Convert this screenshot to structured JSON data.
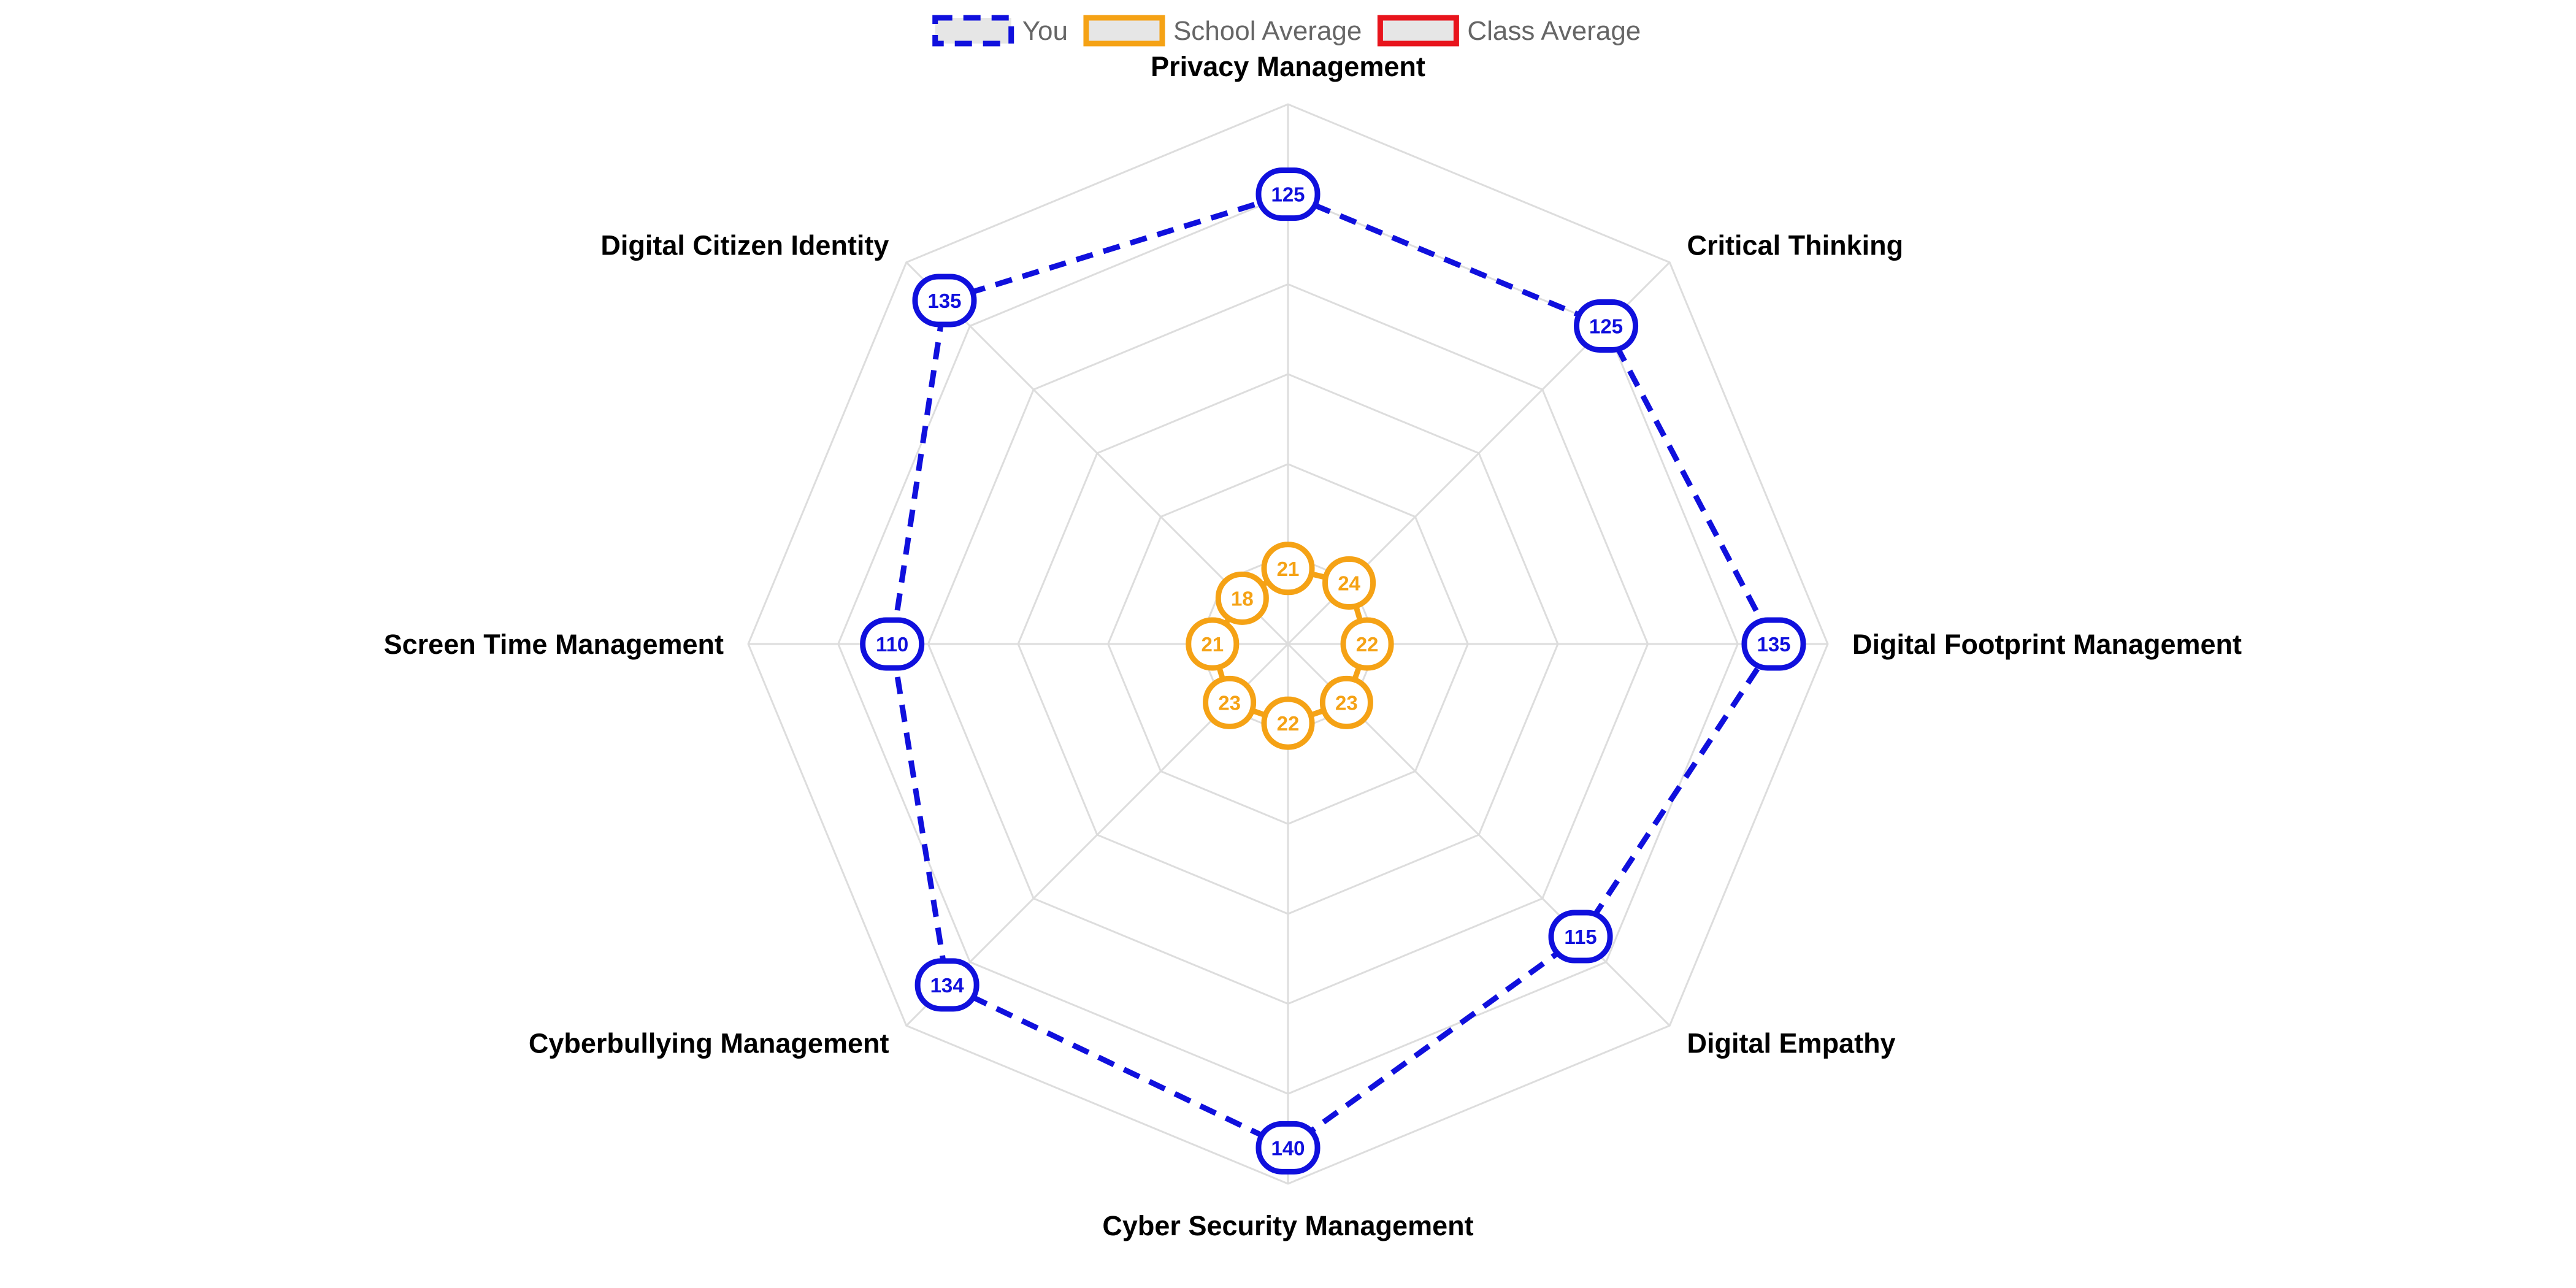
{
  "chart_data": {
    "type": "radar",
    "axes": [
      "Privacy Management",
      "Critical Thinking",
      "Digital Footprint Management",
      "Digital Empathy",
      "Cyber Security Management",
      "Cyberbullying Management",
      "Screen Time Management",
      "Digital Citizen Identity"
    ],
    "rlim": [
      0,
      150
    ],
    "ring_step": 25,
    "grid": true,
    "legend_position": "top",
    "series": [
      {
        "name": "You",
        "values": [
          125,
          125,
          135,
          115,
          140,
          134,
          110,
          135
        ],
        "color": "#1010dd",
        "line_style": "dashed"
      },
      {
        "name": "School Average",
        "values": [
          21,
          24,
          22,
          23,
          22,
          23,
          21,
          18
        ],
        "color": "#f5a215",
        "line_style": "solid"
      },
      {
        "name": "Class Average",
        "values": [],
        "color": "#e8141c",
        "line_style": "solid"
      }
    ],
    "grid_color": "#dddddd",
    "legend_fill": "#e6e6e6"
  }
}
